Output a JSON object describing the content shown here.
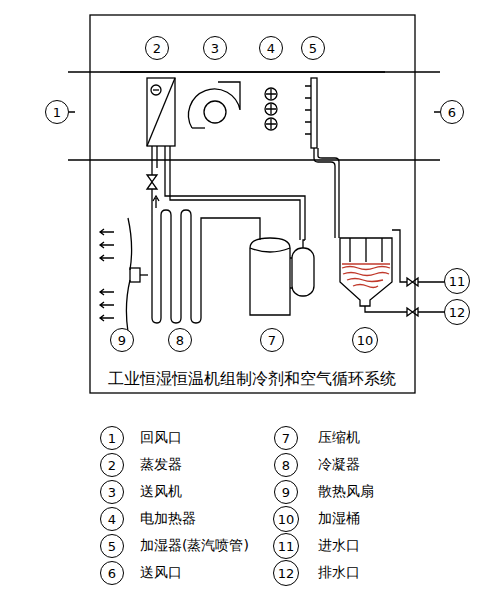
{
  "diagram": {
    "title": "工业恒湿恒温机组制冷剂和空气循环系统",
    "nodes": [
      {
        "text": [
          "1"
        ]
      },
      {
        "text": [
          "2"
        ]
      },
      {
        "text": [
          "3"
        ]
      },
      {
        "text": [
          "4"
        ]
      },
      {
        "text": [
          "5"
        ]
      },
      {
        "text": [
          "6"
        ]
      },
      {
        "text": [
          "7"
        ]
      },
      {
        "text": [
          "8"
        ]
      },
      {
        "text": [
          "9"
        ]
      },
      {
        "text": [
          "10"
        ]
      },
      {
        "text": [
          "11"
        ]
      },
      {
        "text": [
          "12"
        ]
      },
      {
        "text": [
          "1"
        ]
      },
      {
        "text": [
          "2"
        ]
      },
      {
        "text": [
          "3"
        ]
      },
      {
        "text": [
          "4"
        ]
      },
      {
        "text": [
          "5"
        ]
      },
      {
        "text": [
          "6"
        ]
      },
      {
        "text": [
          "7"
        ]
      },
      {
        "text": [
          "8"
        ]
      },
      {
        "text": [
          "9"
        ]
      },
      {
        "text": [
          "10"
        ]
      },
      {
        "text": [
          "11"
        ]
      },
      {
        "text": [
          "12"
        ]
      }
    ],
    "labels": [
      "回风口",
      "蒸发器",
      "送风机",
      "电加热器",
      "加湿器(蒸汽喷管)",
      "送风口",
      "压缩机",
      "冷凝器",
      "散热风扇",
      "加湿桶",
      "进水口",
      "排水口"
    ]
  }
}
